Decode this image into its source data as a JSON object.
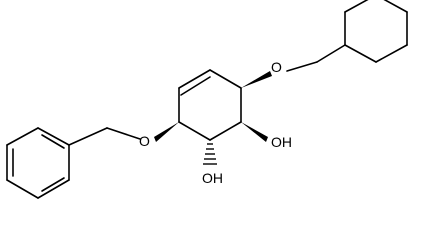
{
  "atoms": {
    "o_upper": "O",
    "o_lower": "O",
    "oh_right": "OH",
    "oh_bottom": "OH"
  }
}
